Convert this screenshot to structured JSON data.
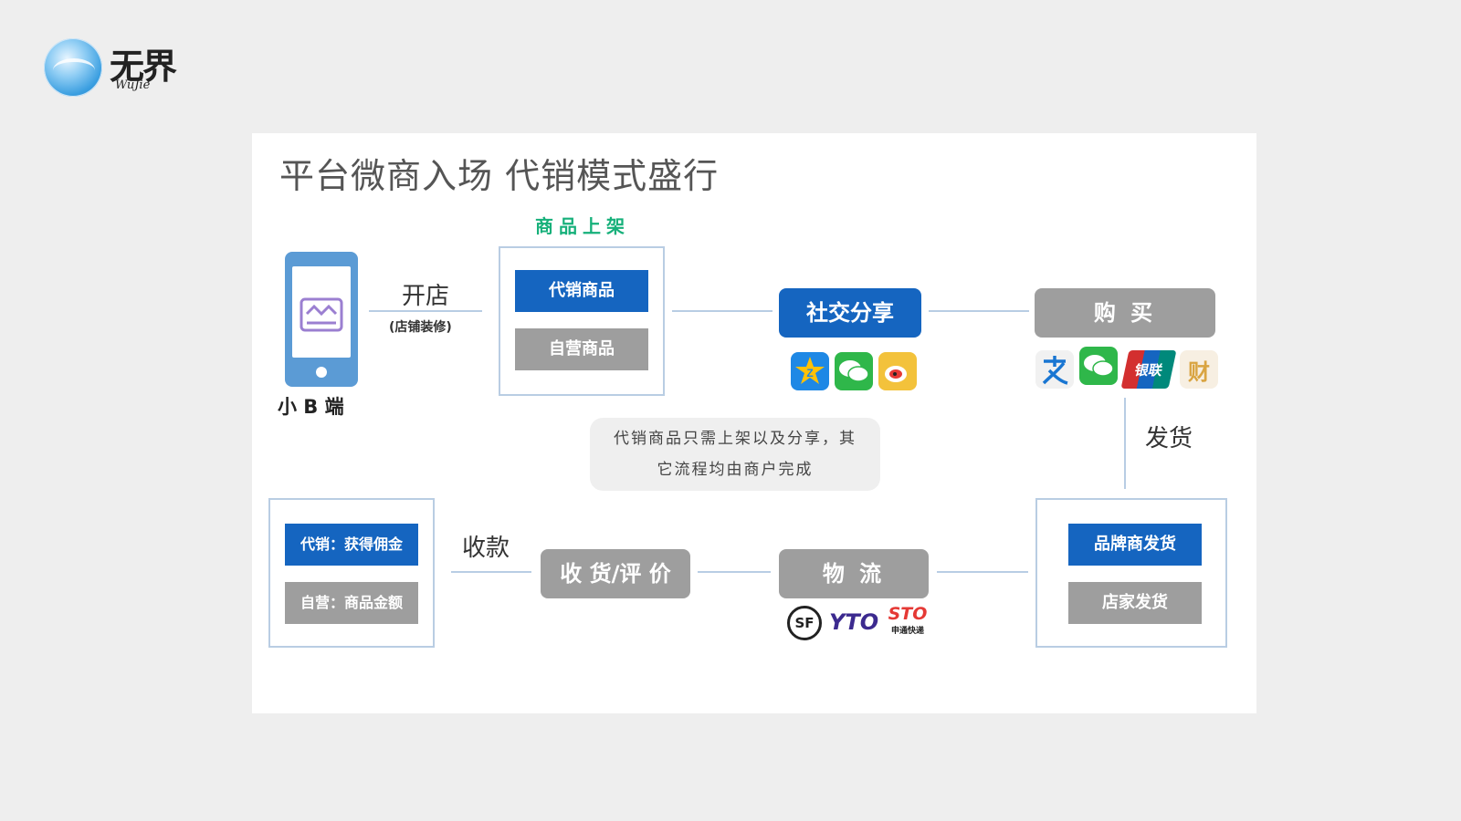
{
  "logo": {
    "name": "无界",
    "sub": "WuJie"
  },
  "title": "平台微商入场  代销模式盛行",
  "stage_listing": {
    "heading": "商品上架",
    "consign": "代销商品",
    "self": "自营商品"
  },
  "phone_label": "小 B 端",
  "open_shop": {
    "label": "开店",
    "sub": "(店铺装修)"
  },
  "social_share": {
    "label": "社交分享",
    "icons": [
      "qzone-icon",
      "wechat-icon",
      "weibo-icon"
    ]
  },
  "purchase": {
    "label": "购 买",
    "icons": [
      "alipay-icon",
      "wechat-pay-icon",
      "unionpay-icon",
      "caifutong-icon"
    ],
    "unionpay_text": "银联",
    "caifutong_text": "财"
  },
  "ship": "发货",
  "note": {
    "line1": "代销商品只需上架以及分享，其",
    "line2": "它流程均由商户完成"
  },
  "delivery": {
    "brand": "品牌商发货",
    "store": "店家发货"
  },
  "logistics": {
    "label": "物 流",
    "icons": [
      "sf-express-icon",
      "yto-icon",
      "sto-icon"
    ],
    "sf": "SF",
    "yto": "YTO",
    "sto": "STO",
    "sto_sub": "申通快递"
  },
  "receive_review": "收 货/评 价",
  "collect": "收款",
  "income": {
    "consign": "代销：获得佣金",
    "self": "自营：商品金额"
  },
  "colors": {
    "blue": "#1565c0",
    "gray": "#9e9e9e",
    "green_heading": "#16b07a",
    "line": "#b8cde4"
  }
}
